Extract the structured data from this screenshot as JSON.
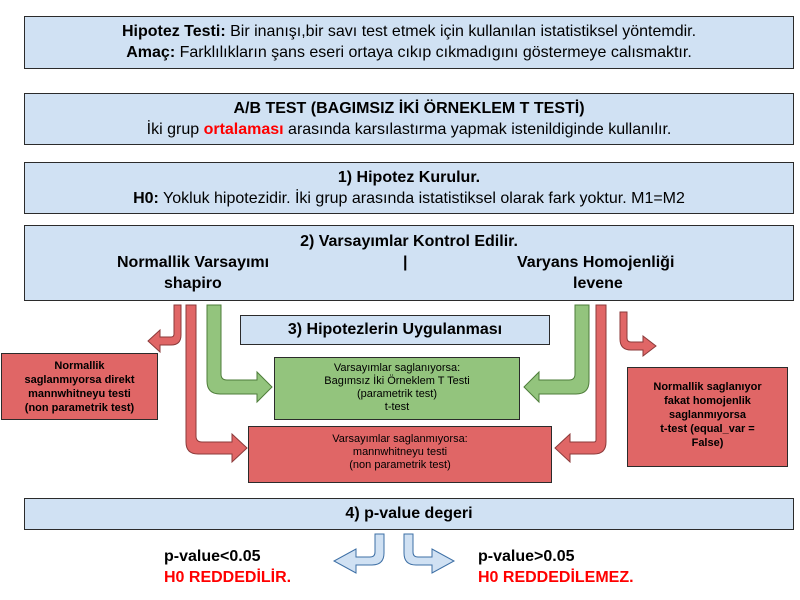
{
  "definition": {
    "line1_bold": "Hipotez Testi:",
    "line1_rest": " Bir inanışı,bir savı test etmek için kullanılan istatistiksel yöntemdir.",
    "line2_bold": "Amaç:",
    "line2_rest": " Farklılıkların şans eseri ortaya cıkıp cıkmadıgını göstermeye calısmaktır."
  },
  "ab_test": {
    "title": "A/B TEST (BAGIMSIZ İKİ ÖRNEKLEM T TESTİ)",
    "desc_pre": "İki grup ",
    "desc_highlight": "ortalaması",
    "desc_post": " arasında karsılastırma yapmak istenildiginde kullanılır."
  },
  "step1": {
    "title": "1) Hipotez Kurulur.",
    "h0_bold": "H0:",
    "h0_rest": " Yokluk hipotezidir. İki grup arasında istatistiksel olarak fark yoktur. M1=M2"
  },
  "step2": {
    "title": "2) Varsayımlar Kontrol Edilir.",
    "normality": "Normallik  Varsayımı",
    "separator": "|",
    "variance": "Varyans Homojenliği",
    "normality_test": "shapiro",
    "variance_test": "levene"
  },
  "step3": {
    "title": "3) Hipotezlerin Uygulanması"
  },
  "green_box": {
    "l1": "Varsayımlar saglanıyorsa:",
    "l2": "Bagımsız İki Örneklem T Testi",
    "l3": "(parametrik test)",
    "l4": "t-test"
  },
  "red_mid_box": {
    "l1": "Varsayımlar saglanmıyorsa:",
    "l2": "mannwhitneyu testi",
    "l3": "(non parametrik test)"
  },
  "red_left_box": {
    "l1": "Normallik",
    "l2": "saglanmıyorsa direkt",
    "l3": "mannwhitneyu testi",
    "l4": "(non parametrik test)"
  },
  "red_right_box": {
    "l1": "Normallik saglanıyor",
    "l2": "fakat homojenlik",
    "l3": "saglanmıyorsa",
    "l4": "t-test (equal_var =",
    "l5": "False)"
  },
  "step4": {
    "title": "4) p-value degeri"
  },
  "pvalue": {
    "left_cond": "p-value<0.05",
    "left_result": "H0 REDDEDİLİR.",
    "right_cond": "p-value>0.05",
    "right_result": "H0 REDDEDİLEMEZ."
  },
  "colors": {
    "box_blue": "#d0e1f3",
    "box_green": "#93c47d",
    "box_red": "#e06666",
    "accent_red": "#ff0000"
  }
}
